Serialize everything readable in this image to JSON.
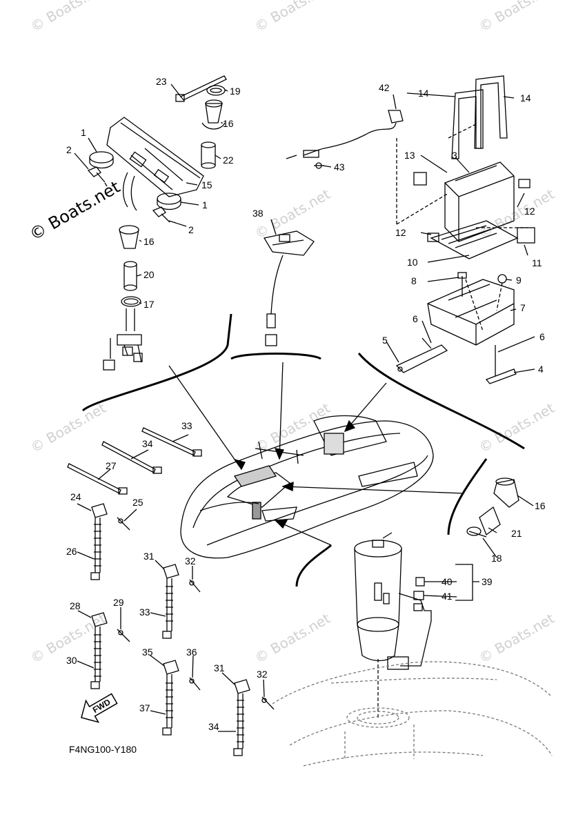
{
  "watermark": {
    "text": "© Boats.net",
    "color": "#c8c8c8"
  },
  "watermark_main": "© Boats.net",
  "diagram_code": "F4NG100-Y180",
  "fwd_label": "FWD",
  "callouts": {
    "c1a": "1",
    "c1b": "1",
    "c2a": "2",
    "c2b": "2",
    "c3": "3",
    "c4": "4",
    "c5": "5",
    "c6a": "6",
    "c6b": "6",
    "c7": "7",
    "c8": "8",
    "c9": "9",
    "c10": "10",
    "c11": "11",
    "c12a": "12",
    "c12b": "12",
    "c13": "13",
    "c14a": "14",
    "c14b": "14",
    "c15": "15",
    "c16a": "16",
    "c16b": "16",
    "c16c": "16",
    "c17": "17",
    "c18": "18",
    "c19": "19",
    "c20": "20",
    "c21": "21",
    "c22": "22",
    "c23": "23",
    "c24": "24",
    "c25": "25",
    "c26": "26",
    "c27": "27",
    "c28": "28",
    "c29": "29",
    "c30": "30",
    "c31a": "31",
    "c31b": "31",
    "c32a": "32",
    "c32b": "32",
    "c33a": "33",
    "c33b": "33",
    "c34a": "34",
    "c34b": "34",
    "c35": "35",
    "c36": "36",
    "c37": "37",
    "c38": "38",
    "c39": "39",
    "c40": "40",
    "c41": "41",
    "c42": "42",
    "c43": "43"
  }
}
